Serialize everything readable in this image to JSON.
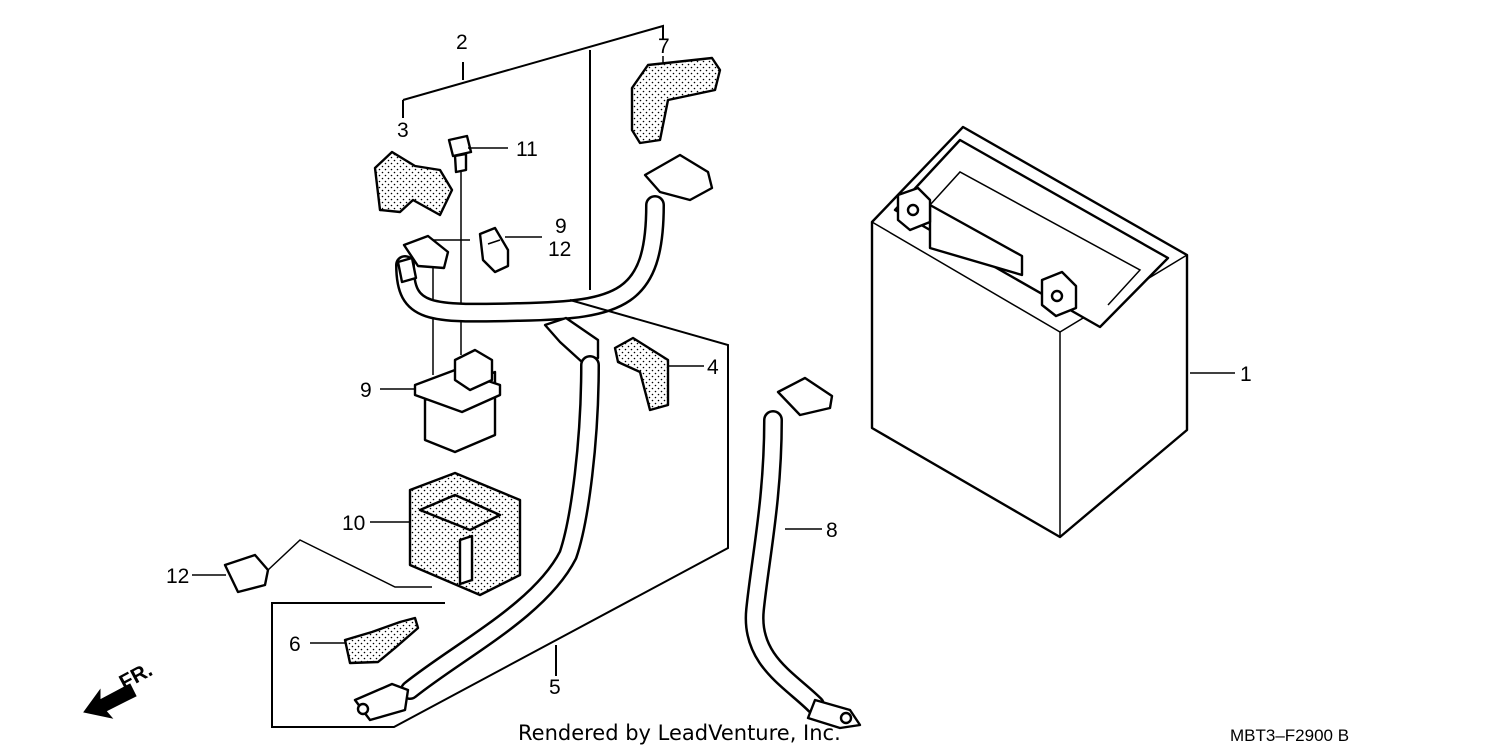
{
  "callouts": {
    "c1": "1",
    "c2": "2",
    "c3": "3",
    "c4": "4",
    "c5": "5",
    "c6": "6",
    "c7": "7",
    "c8": "8",
    "c9a": "9",
    "c9b": "9",
    "c10": "10",
    "c11": "11",
    "c12a": "12",
    "c12b": "12"
  },
  "direction_label": "FR.",
  "footer_credit": "Rendered by LeadVenture, Inc.",
  "diagram_code": "MBT3–F2900 B"
}
